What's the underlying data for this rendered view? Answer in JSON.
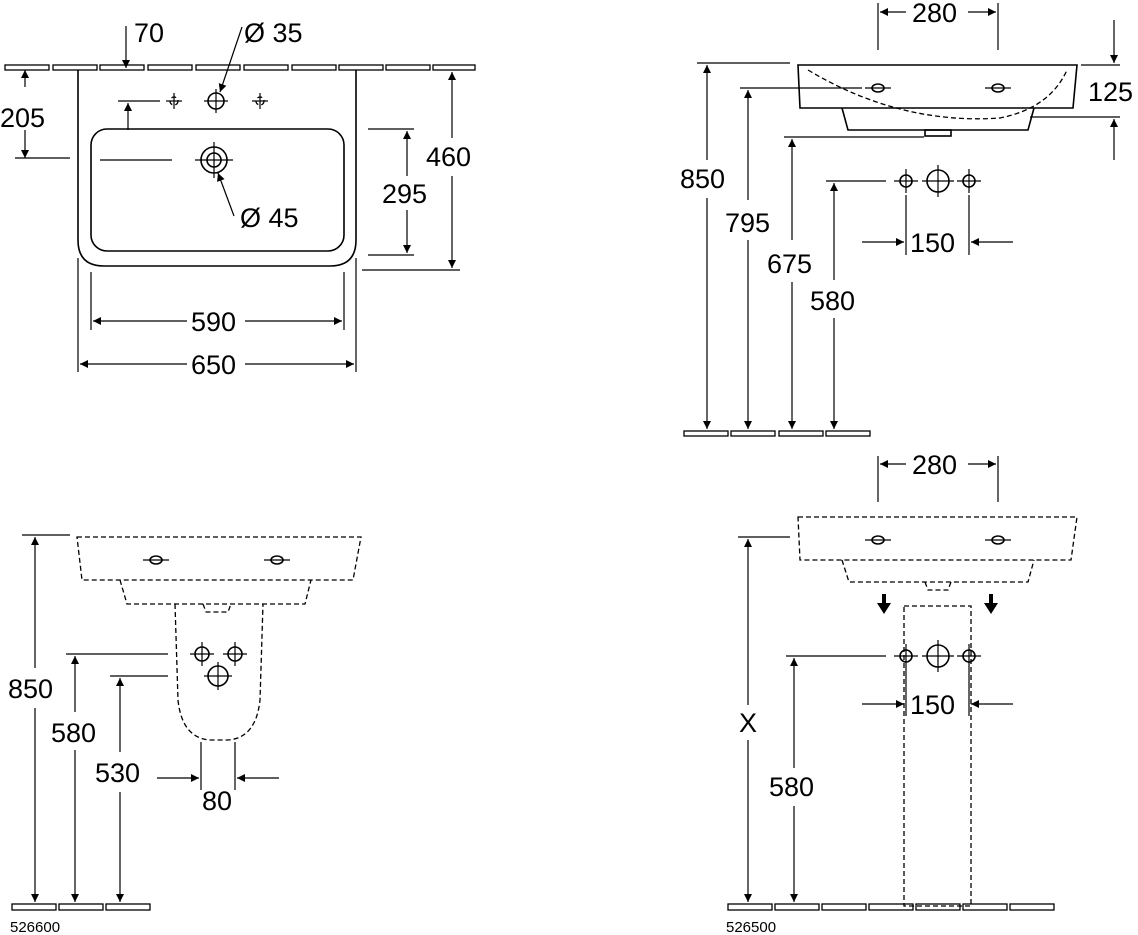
{
  "views": {
    "top": {
      "d70": "70",
      "d35": "Ø 35",
      "d205": "205",
      "d460": "460",
      "d295": "295",
      "d45": "Ø 45",
      "d590": "590",
      "d650": "650"
    },
    "side_wall": {
      "d280": "280",
      "d125": "125",
      "d850": "850",
      "d795": "795",
      "d675": "675",
      "d580": "580",
      "d150": "150"
    },
    "half_pedestal": {
      "d850": "850",
      "d580": "580",
      "d530": "530",
      "d80": "80",
      "code": "526600"
    },
    "full_pedestal": {
      "d280": "280",
      "dx": "X",
      "d580": "580",
      "d150": "150",
      "code": "526500"
    }
  }
}
